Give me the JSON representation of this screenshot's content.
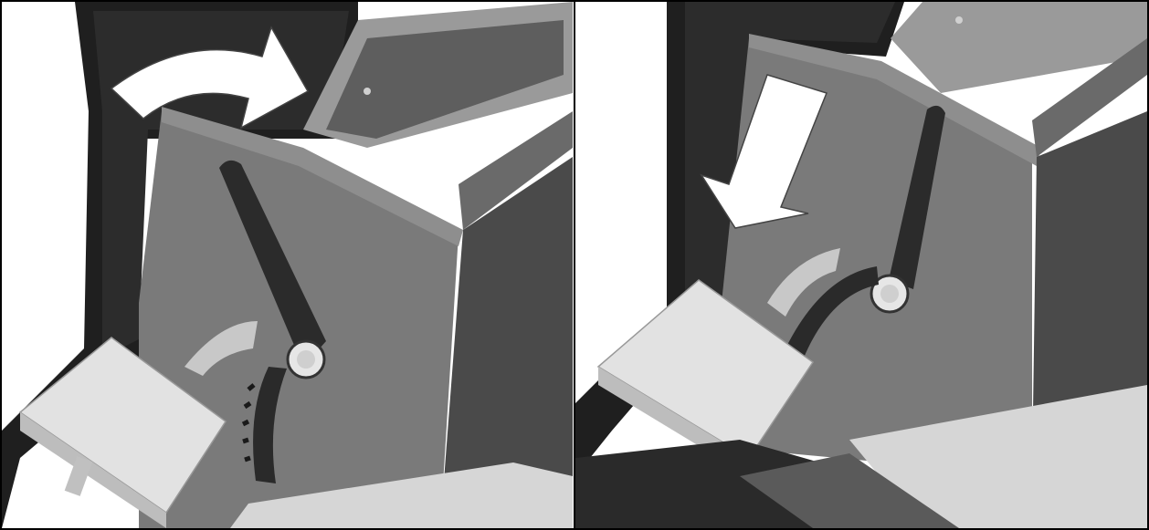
{
  "figure": {
    "panels": [
      {
        "id": "left",
        "step_indicator": "curved-arrow-icon",
        "motion": "rotate-forward"
      },
      {
        "id": "right",
        "step_indicator": "down-arrow-icon",
        "motion": "push-down"
      }
    ],
    "colors": {
      "background": "#ffffff",
      "housing_dark": "#2a2a2a",
      "housing_mid": "#6e6e6e",
      "housing_panel": "#7a7a7a",
      "lever": "#2b2b2b",
      "pedal": "#dcdcdc",
      "arrow": "#ffffff"
    }
  }
}
